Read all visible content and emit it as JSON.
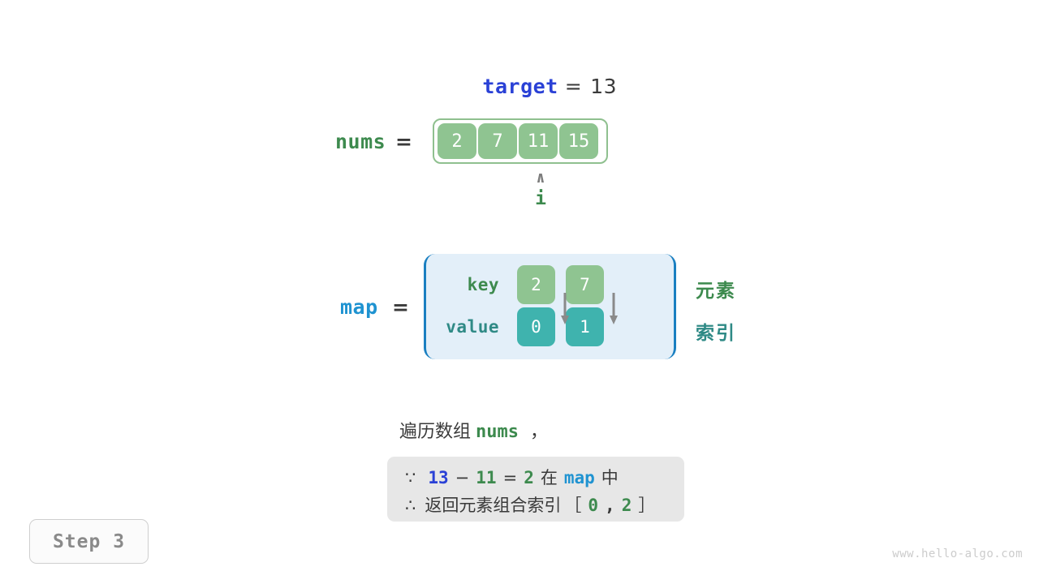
{
  "target": {
    "label": "target",
    "equals": "=",
    "value": "13"
  },
  "nums": {
    "label": "nums",
    "equals": "=",
    "cells": [
      "2",
      "7",
      "11",
      "15"
    ],
    "pointer": {
      "caret": "∧",
      "label": "i",
      "index": 2
    }
  },
  "map": {
    "label": "map",
    "equals": "=",
    "key_row_label": "key",
    "value_row_label": "value",
    "keys": [
      "2",
      "7"
    ],
    "values": [
      "0",
      "1"
    ],
    "legend_elements": "元素",
    "legend_index": "索引"
  },
  "caption": {
    "prefix": "遍历数组",
    "code": "nums",
    "suffix": "，"
  },
  "note": {
    "line1": {
      "symbol": "∵",
      "a": "13",
      "minus": "−",
      "b": "11",
      "eq": "=",
      "c": "2",
      "in": "在",
      "map": "map",
      "tail": "中"
    },
    "line2": {
      "symbol": "∴",
      "text": "返回元素组合索引",
      "bracket_open": "［",
      "i0": "0",
      "comma": ",",
      "i1": "2",
      "bracket_close": "］"
    }
  },
  "step_badge": "Step 3",
  "watermark": "www.hello-algo.com",
  "colors": {
    "target_blue": "#2a41d6",
    "map_blue": "#1f93d1",
    "nums_green": "#3d8a4e",
    "cell_green": "#8fc491",
    "cell_teal": "#3fb3ae",
    "map_bg": "#e3eff9",
    "map_border": "#1a7fc1",
    "note_bg": "#e7e7e7",
    "gray_text": "#8a8a8a"
  }
}
